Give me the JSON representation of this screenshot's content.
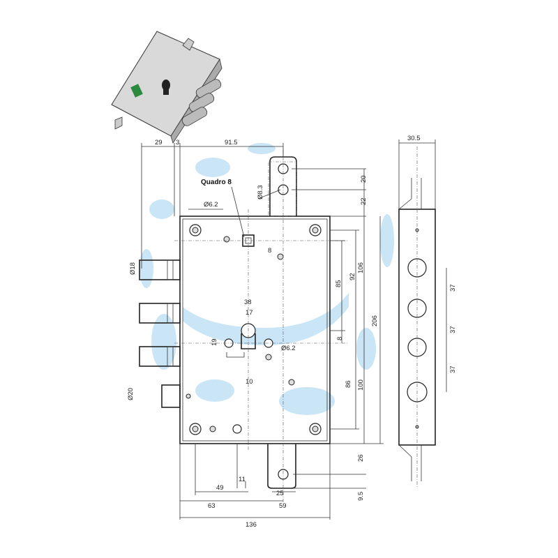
{
  "labels": {
    "square": "Quadro 8",
    "hole_83": "Ø8.3",
    "hole_62_top": "Ø6.2",
    "hole_62_mid": "Ø6.2",
    "bolt_18": "Ø18",
    "bolt_20": "Ø20"
  },
  "dimensions": {
    "top_29": "29",
    "top_3": "3",
    "top_915": "91.5",
    "side_305": "30.5",
    "sq_8": "8",
    "cyl_38": "38",
    "cyl_17": "17",
    "cyl_19": "19",
    "cyl_10": "10",
    "bottom_49": "49",
    "bottom_11": "11",
    "bottom_25": "25",
    "bottom_63": "63",
    "bottom_59": "59",
    "bottom_136": "136",
    "right_20": "20",
    "right_22": "22",
    "right_85": "85",
    "right_92": "92",
    "right_106": "106",
    "right_8": "8",
    "right_86": "86",
    "right_100": "100",
    "right_206": "206",
    "right_26": "26",
    "right_95": "9.5",
    "pitch_37_a": "37",
    "pitch_37_b": "37",
    "pitch_37_c": "37"
  },
  "colors": {
    "line": "#333333",
    "watermark": "#9fd0ee",
    "body_fill": "#ffffff",
    "photo_plate": "#d9d9d9"
  }
}
